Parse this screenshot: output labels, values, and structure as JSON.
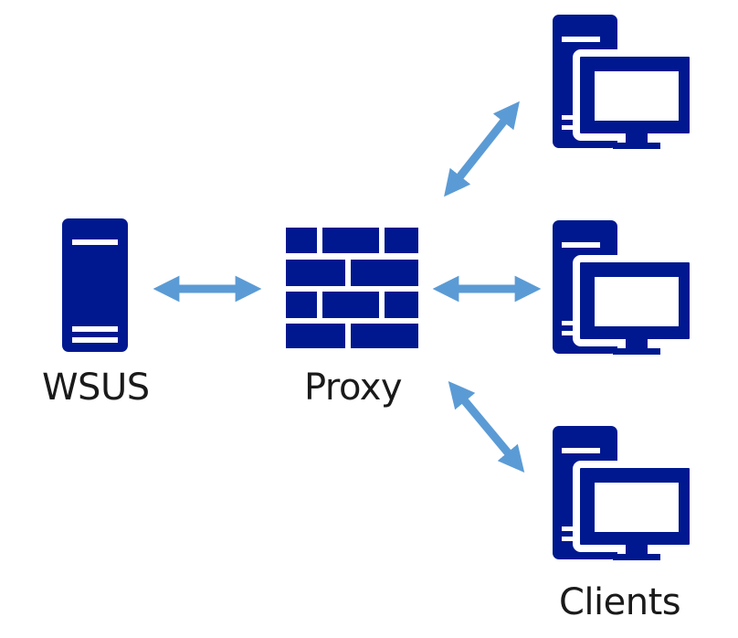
{
  "labels": {
    "wsus": "WSUS",
    "proxy": "Proxy",
    "clients": "Clients"
  },
  "colors": {
    "device": "#00188f",
    "arrow": "#5b9bd5",
    "background": "#ffffff",
    "text": "#1a1a1a"
  },
  "icons": {
    "server": "server-tower-icon",
    "proxy": "firewall-brick-wall-icon",
    "client": "desktop-computer-icon",
    "connector": "bidirectional-arrow"
  }
}
